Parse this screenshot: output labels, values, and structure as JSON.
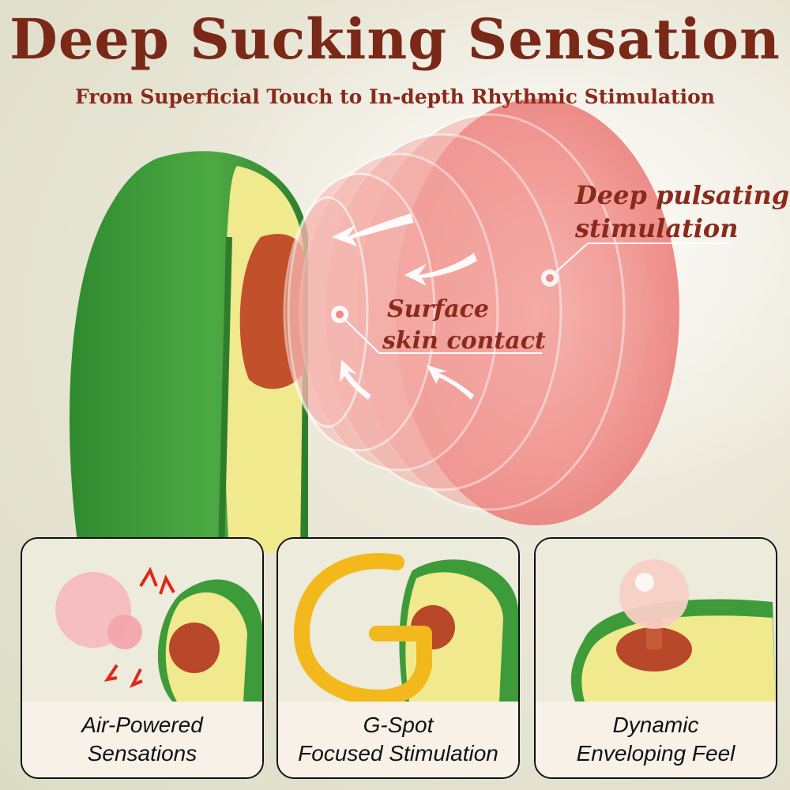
{
  "header": {
    "title": "Deep Sucking Sensation",
    "subtitle": "From Superficial Touch to In-depth Rhythmic Stimulation"
  },
  "hero": {
    "label_deep_line1": "Deep pulsating",
    "label_deep_line2": "stimulation",
    "label_surface_line1": "Surface",
    "label_surface_line2": "skin contact"
  },
  "panels": [
    {
      "caption_line1": "Air-Powered",
      "caption_line2": "Sensations"
    },
    {
      "caption_line1": "G-Spot",
      "caption_line2": "Focused Stimulation"
    },
    {
      "caption_line1": "Dynamic",
      "caption_line2": "Enveloping Feel"
    }
  ],
  "colors": {
    "title": "#7a2818",
    "avocado_skin": "#3e9b3a",
    "avocado_flesh": "#f0e98e",
    "pit": "#c2502a",
    "pulse": "#f08a86"
  }
}
